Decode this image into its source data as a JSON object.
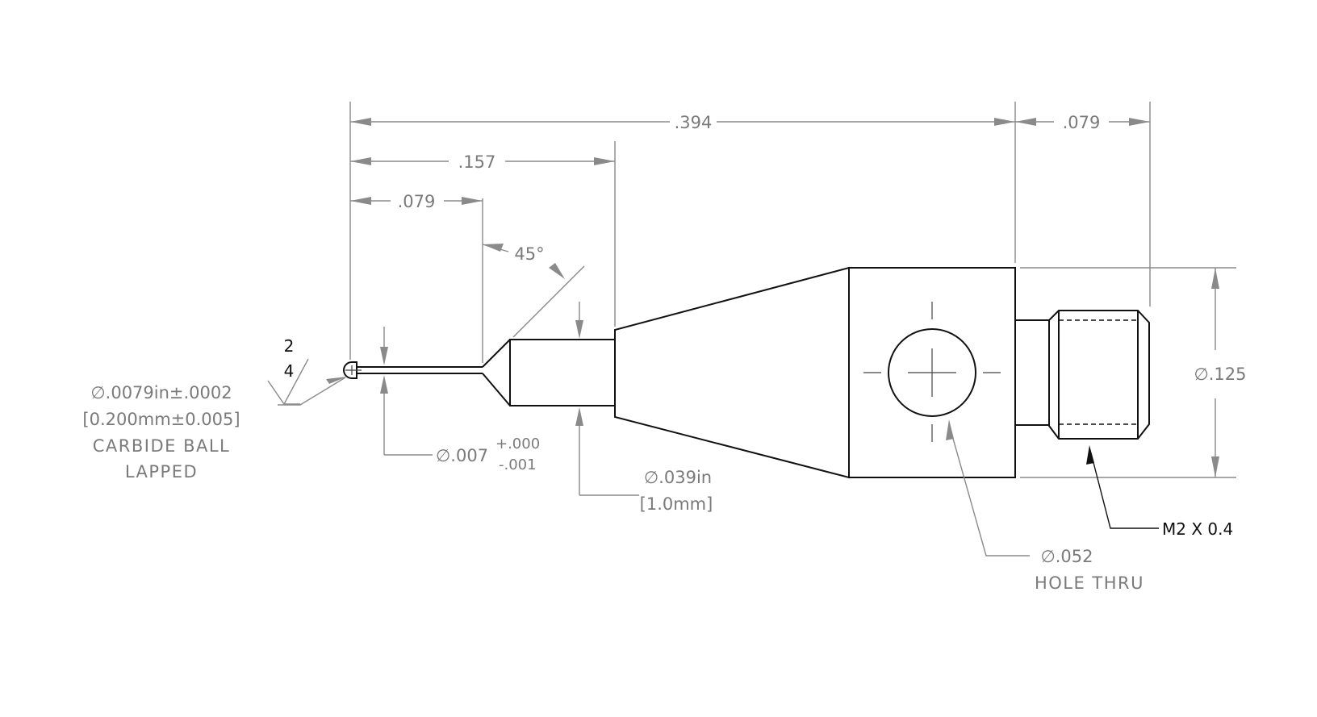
{
  "dimensions": {
    "overall_length": ".394",
    "thread_length": ".079",
    "length_to_cone": ".157",
    "length_to_shoulder": ".079",
    "chamfer_angle": "45°",
    "body_diameter": "∅.125"
  },
  "surface_finish": {
    "top": "2",
    "bottom": "4"
  },
  "ball_note": {
    "line1": "∅.0079in±.0002",
    "line2": "[0.200mm±0.005]",
    "line3": "CARBIDE BALL",
    "line4": "LAPPED"
  },
  "stem_note": {
    "diameter": "∅.007",
    "tol_plus": "+.000",
    "tol_minus": "-.001"
  },
  "shank_note": {
    "line1": "∅.039in",
    "line2": "[1.0mm]"
  },
  "hole_note": {
    "line1": "∅.052",
    "line2": "HOLE THRU"
  },
  "thread_note": {
    "label": "M2 X 0.4"
  }
}
